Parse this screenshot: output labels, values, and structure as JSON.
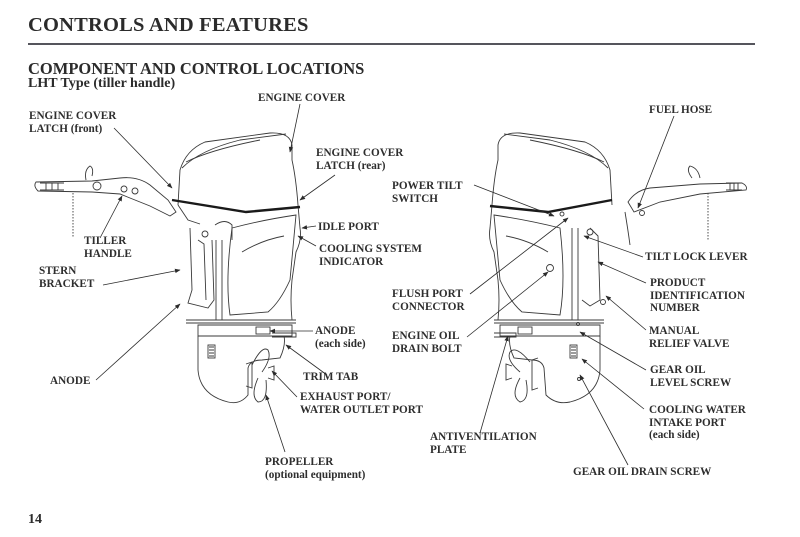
{
  "page": {
    "section_title": "CONTROLS AND FEATURES",
    "heading": "COMPONENT AND CONTROL LOCATIONS",
    "subheading": "LHT Type (tiller handle)",
    "page_number": "14"
  },
  "left_labels": {
    "engine_cover": [
      "ENGINE COVER"
    ],
    "engine_cover_latch_front": [
      "ENGINE COVER",
      "LATCH (front)"
    ],
    "engine_cover_latch_rear": [
      "ENGINE COVER",
      "LATCH (rear)"
    ],
    "idle_port": [
      "IDLE PORT"
    ],
    "cooling_system_indicator": [
      "COOLING SYSTEM",
      "INDICATOR"
    ],
    "tiller_handle": [
      "TILLER",
      "HANDLE"
    ],
    "stern_bracket": [
      "STERN",
      "BRACKET"
    ],
    "anode_each_side": [
      "ANODE",
      "(each side)"
    ],
    "anode": [
      "ANODE"
    ],
    "trim_tab": [
      "TRIM TAB"
    ],
    "exhaust_port": [
      "EXHAUST PORT/",
      "WATER OUTLET PORT"
    ],
    "propeller": [
      "PROPELLER",
      "(optional equipment)"
    ]
  },
  "right_labels": {
    "fuel_hose": [
      "FUEL HOSE"
    ],
    "power_tilt_switch": [
      "POWER TILT",
      "SWITCH"
    ],
    "tilt_lock_lever": [
      "TILT LOCK LEVER"
    ],
    "product_id_number": [
      "PRODUCT",
      "IDENTIFICATION",
      "NUMBER"
    ],
    "flush_port_connector": [
      "FLUSH PORT",
      "CONNECTOR"
    ],
    "engine_oil_drain_bolt": [
      "ENGINE OIL",
      "DRAIN BOLT"
    ],
    "manual_relief_valve": [
      "MANUAL",
      "RELIEF VALVE"
    ],
    "gear_oil_level_screw": [
      "GEAR OIL",
      "LEVEL SCREW"
    ],
    "cooling_water_intake_port": [
      "COOLING WATER",
      "INTAKE PORT",
      "(each side)"
    ],
    "antiventilation_plate": [
      "ANTIVENTILATION",
      "PLATE"
    ],
    "gear_oil_drain_screw": [
      "GEAR OIL DRAIN SCREW"
    ]
  }
}
